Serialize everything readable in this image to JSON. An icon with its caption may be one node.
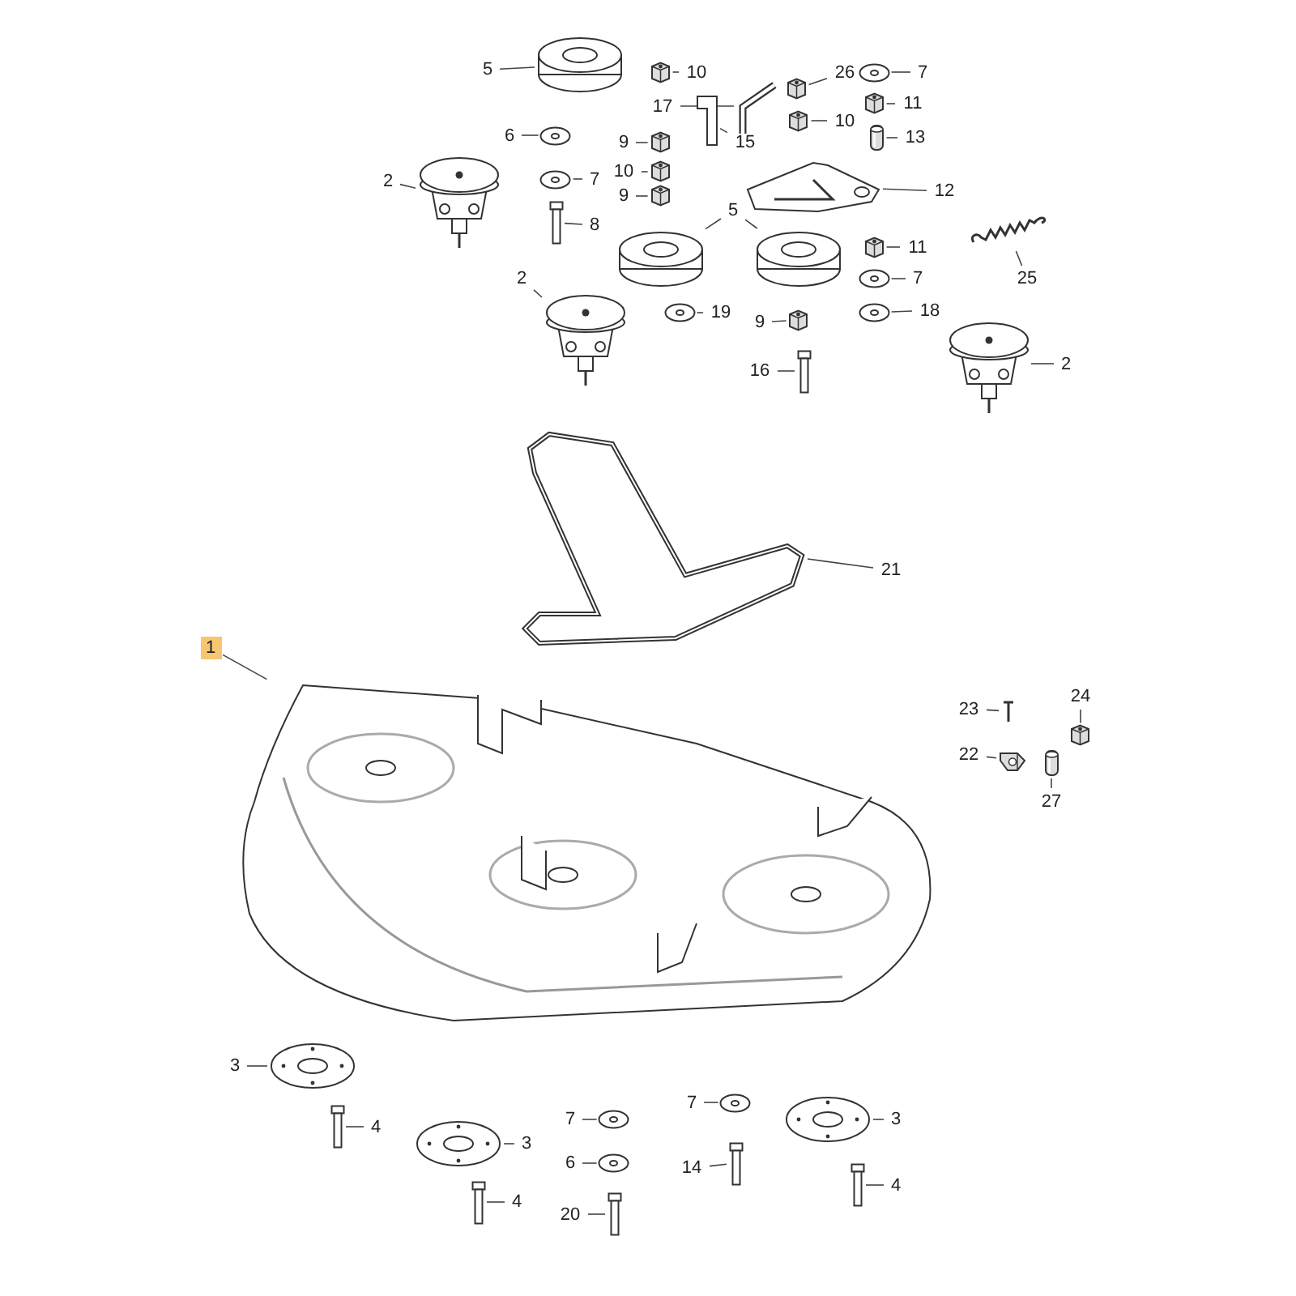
{
  "diagram": {
    "nodes": [
      {
        "text": [
          "5"
        ]
      },
      {
        "text": [],
        "shape": "picture"
      },
      {
        "text": [
          "10"
        ]
      },
      {
        "text": [],
        "shape": "picture"
      },
      {
        "text": [
          "26"
        ]
      },
      {
        "text": [],
        "shape": "picture"
      },
      {
        "text": [
          "7"
        ]
      },
      {
        "text": [],
        "shape": "picture"
      },
      {
        "text": [
          "17"
        ]
      },
      {
        "text": [],
        "shape": "picture"
      },
      {
        "text": [
          "11"
        ]
      },
      {
        "text": [],
        "shape": "picture"
      },
      {
        "text": [
          "10"
        ]
      },
      {
        "text": [],
        "shape": "picture"
      },
      {
        "text": [
          "6"
        ]
      },
      {
        "text": [],
        "shape": "picture"
      },
      {
        "text": [
          "9"
        ]
      },
      {
        "text": [],
        "shape": "picture"
      },
      {
        "text": [
          "15"
        ]
      },
      {
        "text": [],
        "shape": "picture"
      },
      {
        "text": [
          "13"
        ]
      },
      {
        "text": [],
        "shape": "picture"
      },
      {
        "text": [
          "2"
        ]
      },
      {
        "text": [],
        "shape": "picture"
      },
      {
        "text": [
          "7"
        ]
      },
      {
        "text": [],
        "shape": "picture"
      },
      {
        "text": [
          "10"
        ]
      },
      {
        "text": [],
        "shape": "picture"
      },
      {
        "text": [
          "9"
        ]
      },
      {
        "text": [],
        "shape": "picture"
      },
      {
        "text": [
          "12"
        ]
      },
      {
        "text": [],
        "shape": "picture"
      },
      {
        "text": [
          "8"
        ]
      },
      {
        "text": [],
        "shape": "picture"
      },
      {
        "text": [
          "5"
        ]
      },
      {
        "text": [],
        "shape": "picture"
      },
      {
        "text": [],
        "shape": "picture"
      },
      {
        "text": [
          "11"
        ]
      },
      {
        "text": [],
        "shape": "picture"
      },
      {
        "text": [
          "25"
        ]
      },
      {
        "text": [],
        "shape": "picture"
      },
      {
        "text": [
          "2"
        ]
      },
      {
        "text": [],
        "shape": "picture"
      },
      {
        "text": [
          "7"
        ]
      },
      {
        "text": [],
        "shape": "picture"
      },
      {
        "text": [
          "19"
        ]
      },
      {
        "text": [],
        "shape": "picture"
      },
      {
        "text": [
          "9"
        ]
      },
      {
        "text": [],
        "shape": "picture"
      },
      {
        "text": [
          "18"
        ]
      },
      {
        "text": [],
        "shape": "picture"
      },
      {
        "text": [
          "2"
        ]
      },
      {
        "text": [],
        "shape": "picture"
      },
      {
        "text": [
          "16"
        ]
      },
      {
        "text": [],
        "shape": "picture"
      },
      {
        "text": [
          "21"
        ]
      },
      {
        "text": [],
        "shape": "picture"
      },
      {
        "text": [
          "1"
        ]
      },
      {
        "text": [],
        "shape": "picture"
      },
      {
        "text": [
          "23"
        ]
      },
      {
        "text": [],
        "shape": "picture"
      },
      {
        "text": [
          "24"
        ]
      },
      {
        "text": [],
        "shape": "picture"
      },
      {
        "text": [
          "22"
        ]
      },
      {
        "text": [],
        "shape": "picture"
      },
      {
        "text": [
          "27"
        ]
      },
      {
        "text": [],
        "shape": "picture"
      },
      {
        "text": [
          "3"
        ]
      },
      {
        "text": [],
        "shape": "picture"
      },
      {
        "text": [
          "4"
        ]
      },
      {
        "text": [],
        "shape": "picture"
      },
      {
        "text": [
          "3"
        ]
      },
      {
        "text": [],
        "shape": "picture"
      },
      {
        "text": [
          "4"
        ]
      },
      {
        "text": [],
        "shape": "picture"
      },
      {
        "text": [
          "7"
        ]
      },
      {
        "text": [],
        "shape": "picture"
      },
      {
        "text": [
          "6"
        ]
      },
      {
        "text": [],
        "shape": "picture"
      },
      {
        "text": [
          "20"
        ]
      },
      {
        "text": [],
        "shape": "picture"
      },
      {
        "text": [
          "7"
        ]
      },
      {
        "text": [],
        "shape": "picture"
      },
      {
        "text": [
          "14"
        ]
      },
      {
        "text": [],
        "shape": "picture"
      },
      {
        "text": [
          "3"
        ]
      },
      {
        "text": [],
        "shape": "picture"
      },
      {
        "text": [
          "4"
        ]
      },
      {
        "text": [],
        "shape": "picture"
      }
    ],
    "edges": [
      {
        "from": 0,
        "to": 1,
        "arrow": "none"
      },
      {
        "from": 2,
        "to": 3,
        "arrow": "none"
      },
      {
        "from": 4,
        "to": 5,
        "arrow": "none"
      },
      {
        "from": 6,
        "to": 7,
        "arrow": "none"
      },
      {
        "from": 8,
        "to": 9,
        "arrow": "none"
      },
      {
        "from": 10,
        "to": 11,
        "arrow": "none"
      },
      {
        "from": 12,
        "to": 13,
        "arrow": "none"
      },
      {
        "from": 14,
        "to": 15,
        "arrow": "none"
      },
      {
        "from": 16,
        "to": 17,
        "arrow": "none"
      },
      {
        "from": 18,
        "to": 19,
        "arrow": "none"
      },
      {
        "from": 20,
        "to": 21,
        "arrow": "none"
      },
      {
        "from": 22,
        "to": 23,
        "arrow": "none"
      },
      {
        "from": 24,
        "to": 25,
        "arrow": "none"
      },
      {
        "from": 26,
        "to": 27,
        "arrow": "none"
      },
      {
        "from": 28,
        "to": 29,
        "arrow": "none"
      },
      {
        "from": 30,
        "to": 31,
        "arrow": "none"
      },
      {
        "from": 32,
        "to": 33,
        "arrow": "none"
      },
      {
        "from": 34,
        "to": 35,
        "arrow": "none"
      },
      {
        "from": 34,
        "to": 36,
        "arrow": "none"
      },
      {
        "from": 37,
        "to": 38,
        "arrow": "none"
      },
      {
        "from": 39,
        "to": 40,
        "arrow": "none"
      },
      {
        "from": 41,
        "to": 42,
        "arrow": "none"
      },
      {
        "from": 43,
        "to": 44,
        "arrow": "none"
      },
      {
        "from": 45,
        "to": 46,
        "arrow": "none"
      },
      {
        "from": 47,
        "to": 48,
        "arrow": "none"
      },
      {
        "from": 49,
        "to": 50,
        "arrow": "none"
      },
      {
        "from": 51,
        "to": 52,
        "arrow": "none"
      },
      {
        "from": 53,
        "to": 54,
        "arrow": "none"
      },
      {
        "from": 55,
        "to": 56,
        "arrow": "none"
      },
      {
        "from": 57,
        "to": 58,
        "arrow": "none"
      },
      {
        "from": 59,
        "to": 60,
        "arrow": "none"
      },
      {
        "from": 61,
        "to": 62,
        "arrow": "none"
      },
      {
        "from": 63,
        "to": 64,
        "arrow": "none"
      },
      {
        "from": 65,
        "to": 66,
        "arrow": "none"
      },
      {
        "from": 67,
        "to": 68,
        "arrow": "none"
      },
      {
        "from": 69,
        "to": 70,
        "arrow": "none"
      },
      {
        "from": 71,
        "to": 72,
        "arrow": "none"
      },
      {
        "from": 73,
        "to": 74,
        "arrow": "none"
      },
      {
        "from": 75,
        "to": 76,
        "arrow": "none"
      },
      {
        "from": 77,
        "to": 78,
        "arrow": "none"
      },
      {
        "from": 79,
        "to": 80,
        "arrow": "none"
      },
      {
        "from": 81,
        "to": 82,
        "arrow": "none"
      },
      {
        "from": 83,
        "to": 84,
        "arrow": "none"
      },
      {
        "from": 85,
        "to": 86,
        "arrow": "none"
      },
      {
        "from": 87,
        "to": 88,
        "arrow": "none"
      }
    ]
  }
}
